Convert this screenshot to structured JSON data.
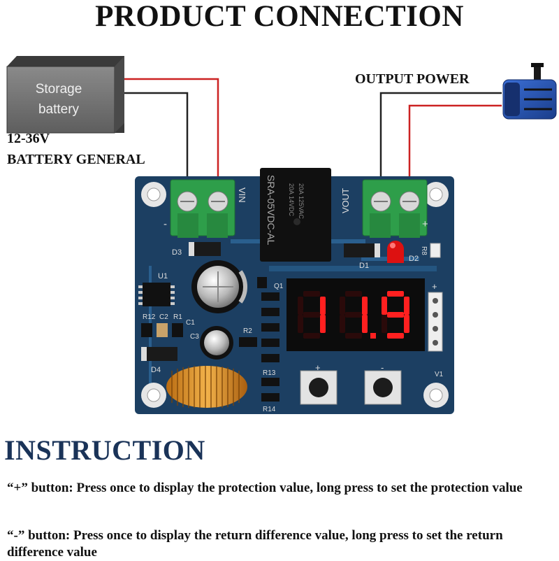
{
  "title": "PRODUCT CONNECTION",
  "battery": {
    "box_line1": "Storage",
    "box_line2": "battery",
    "voltage": "12-36V",
    "type": "BATTERY GENERAL"
  },
  "output": {
    "label": "OUTPUT POWER"
  },
  "board": {
    "display": "11.9",
    "input_label": "VIN",
    "output_label": "VOUT",
    "relay_text": "SRA-05VDC-AL",
    "relay_rating1": "20A 14VDC",
    "relay_rating2": "20A 125VAC",
    "labels": [
      "D3",
      "D1",
      "D2",
      "R8",
      "U1",
      "R12",
      "C2",
      "R1",
      "C1",
      "C3",
      "R2",
      "D4",
      "R13",
      "R14",
      "Q1",
      "V1",
      "+",
      "-",
      "+",
      "-",
      "+"
    ]
  },
  "colors": {
    "wire_red": "#cc2222",
    "wire_black": "#222222",
    "pcb": "#1c3f62",
    "terminal": "#2e9e4a",
    "segment": "#ff2020",
    "instruction_title": "#1a3358"
  },
  "instruction": {
    "title": "INSTRUCTION",
    "plus": "“+” button: Press once to display the protection value, long press to set the protection value",
    "minus": "“-” button: Press once to display the return difference value, long press to set the return difference value"
  }
}
